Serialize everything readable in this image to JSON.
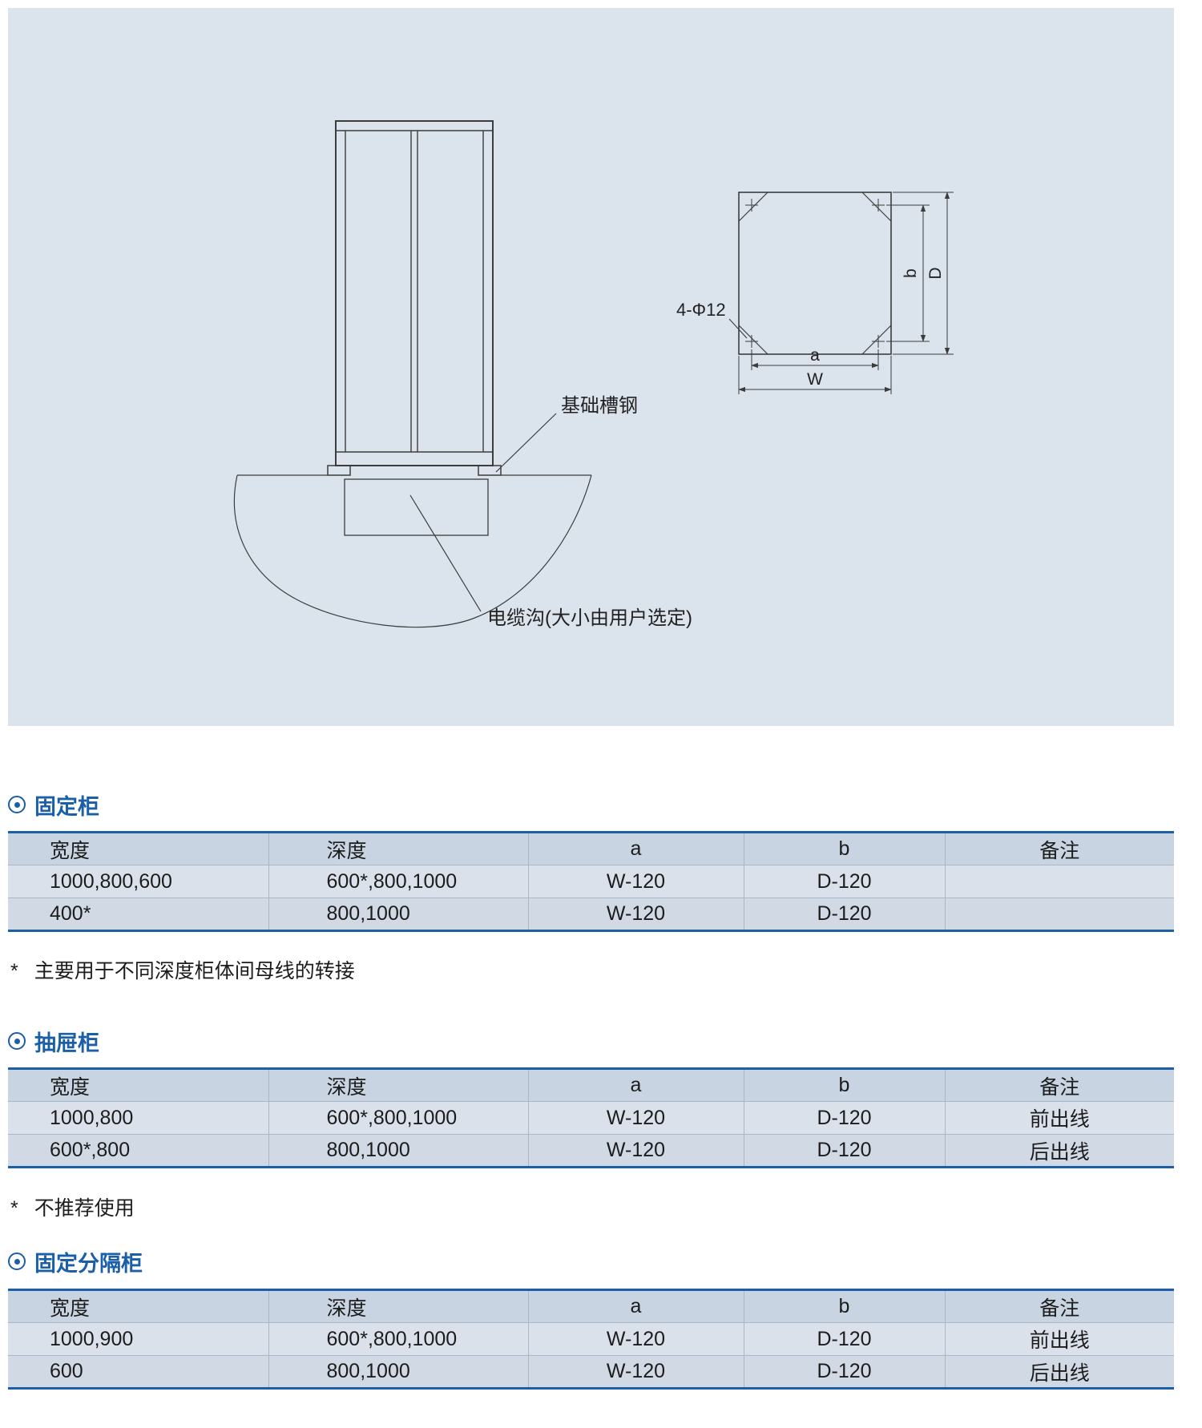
{
  "footnote_marker": "*",
  "diagram": {
    "front_view": {
      "base_label": "基础槽钢",
      "trench_label": "电缆沟(大小由用户选定)"
    },
    "top_view": {
      "holes_label": "4-Φ12",
      "dim_a": "a",
      "dim_w": "W",
      "dim_b": "b",
      "dim_d": "D"
    }
  },
  "sections": [
    {
      "title": "固定柜",
      "table": {
        "headers": [
          "宽度",
          "深度",
          "a",
          "b",
          "备注"
        ],
        "rows": [
          [
            "1000,800,600",
            "600*,800,1000",
            "W-120",
            "D-120",
            ""
          ],
          [
            "400*",
            "800,1000",
            "W-120",
            "D-120",
            ""
          ]
        ]
      },
      "footnote": "主要用于不同深度柜体间母线的转接"
    },
    {
      "title": "抽屉柜",
      "table": {
        "headers": [
          "宽度",
          "深度",
          "a",
          "b",
          "备注"
        ],
        "rows": [
          [
            "1000,800",
            "600*,800,1000",
            "W-120",
            "D-120",
            "前出线"
          ],
          [
            "600*,800",
            "800,1000",
            "W-120",
            "D-120",
            "后出线"
          ]
        ]
      },
      "footnote": "不推荐使用"
    },
    {
      "title": "固定分隔柜",
      "table": {
        "headers": [
          "宽度",
          "深度",
          "a",
          "b",
          "备注"
        ],
        "rows": [
          [
            "1000,900",
            "600*,800,1000",
            "W-120",
            "D-120",
            "前出线"
          ],
          [
            "600",
            "800,1000",
            "W-120",
            "D-120",
            "后出线"
          ]
        ]
      }
    }
  ]
}
